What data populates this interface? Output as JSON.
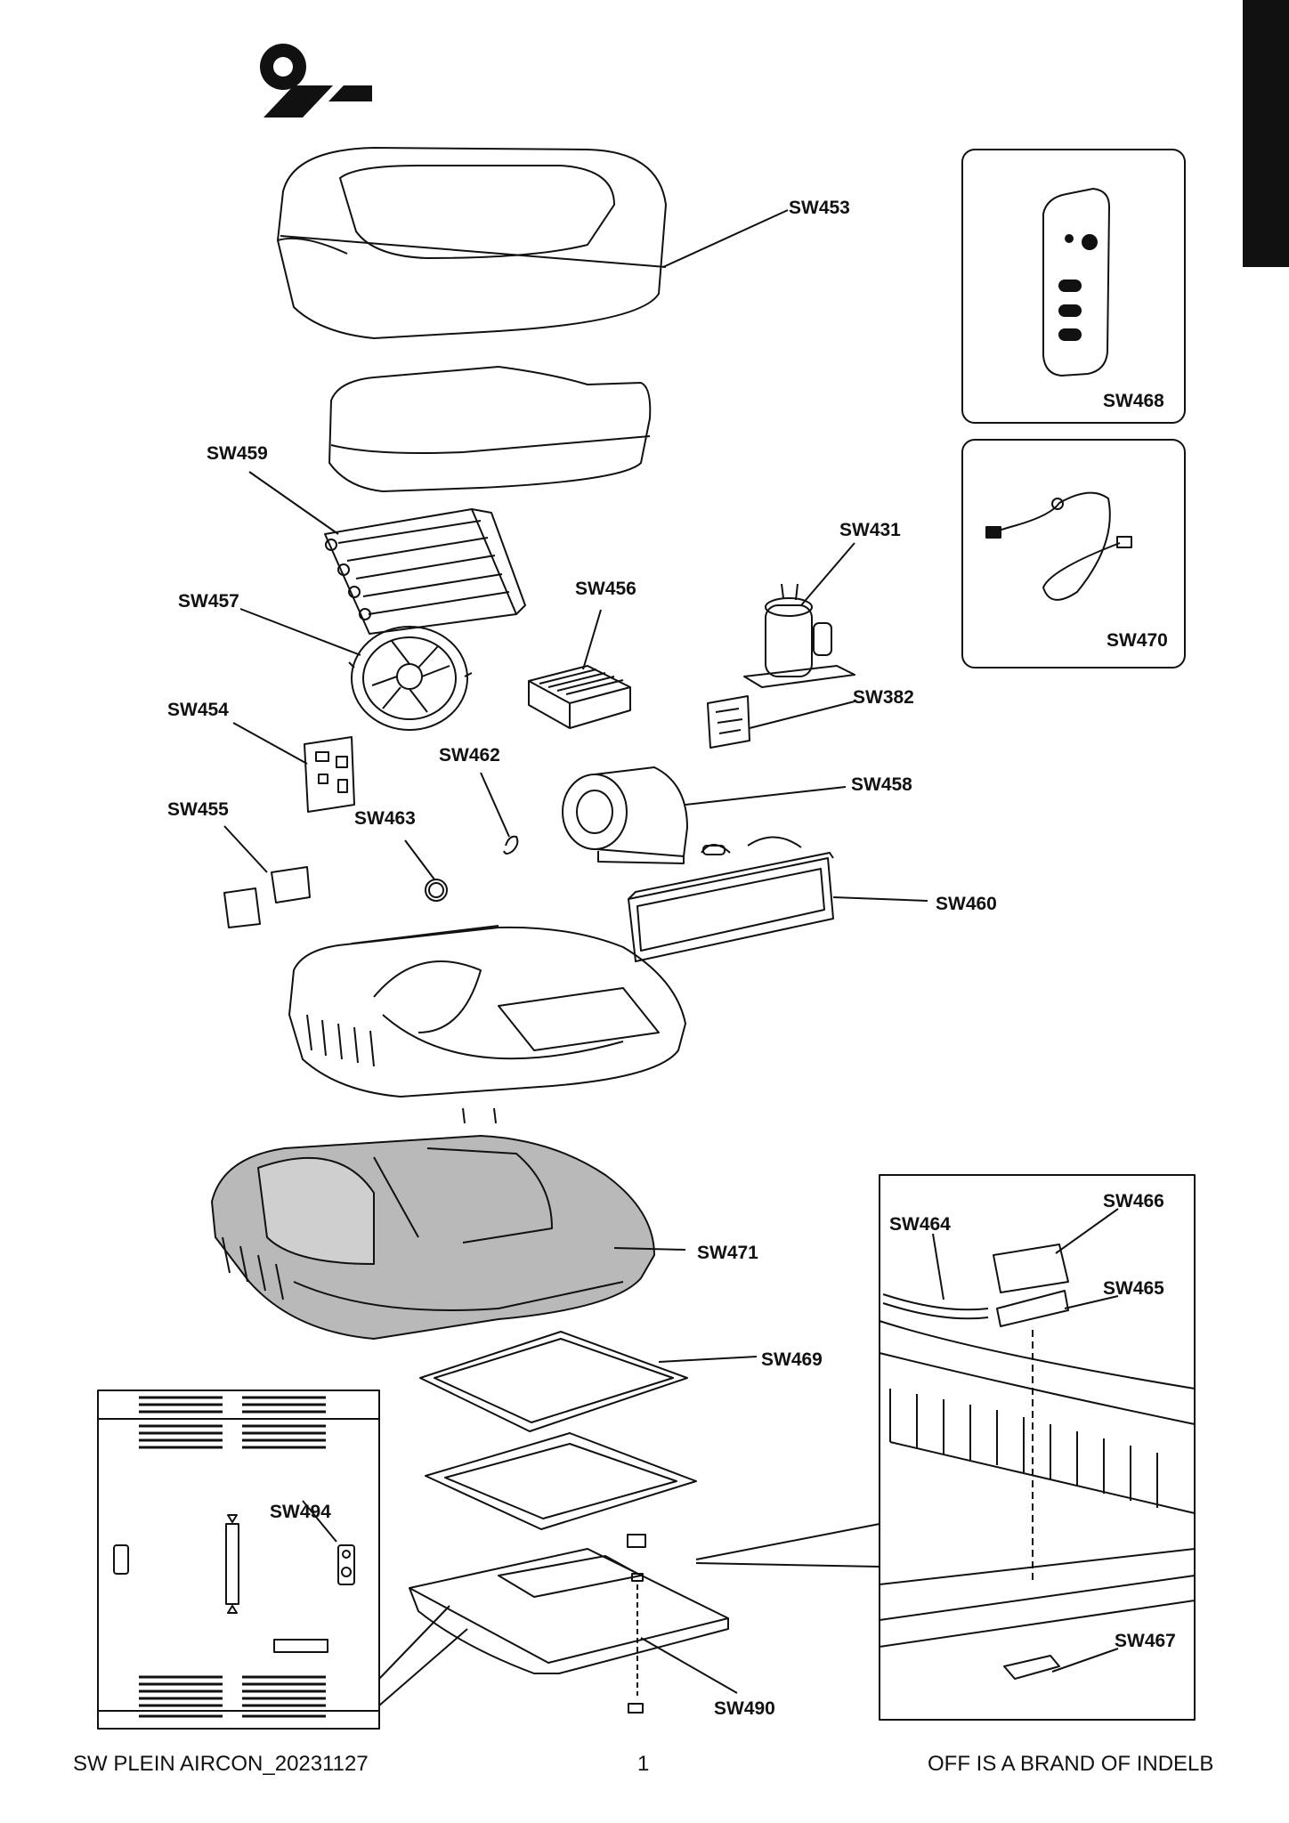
{
  "brand": "OFF",
  "labels": {
    "sw453": "SW453",
    "sw468": "SW468",
    "sw470": "SW470",
    "sw459": "SW459",
    "sw431": "SW431",
    "sw457": "SW457",
    "sw456": "SW456",
    "sw382": "SW382",
    "sw454": "SW454",
    "sw462": "SW462",
    "sw458": "SW458",
    "sw455": "SW455",
    "sw463": "SW463",
    "sw460": "SW460",
    "sw471": "SW471",
    "sw466": "SW466",
    "sw464": "SW464",
    "sw465": "SW465",
    "sw469": "SW469",
    "sw494": "SW494",
    "sw490": "SW490",
    "sw467": "SW467"
  },
  "footer": {
    "left": "SW PLEIN AIRCON_20231127",
    "center": "1",
    "right": "OFF IS A BRAND OF INDELB"
  },
  "colors": {
    "ink": "#111111",
    "shade": "#b9b9b9",
    "background": "#ffffff"
  }
}
